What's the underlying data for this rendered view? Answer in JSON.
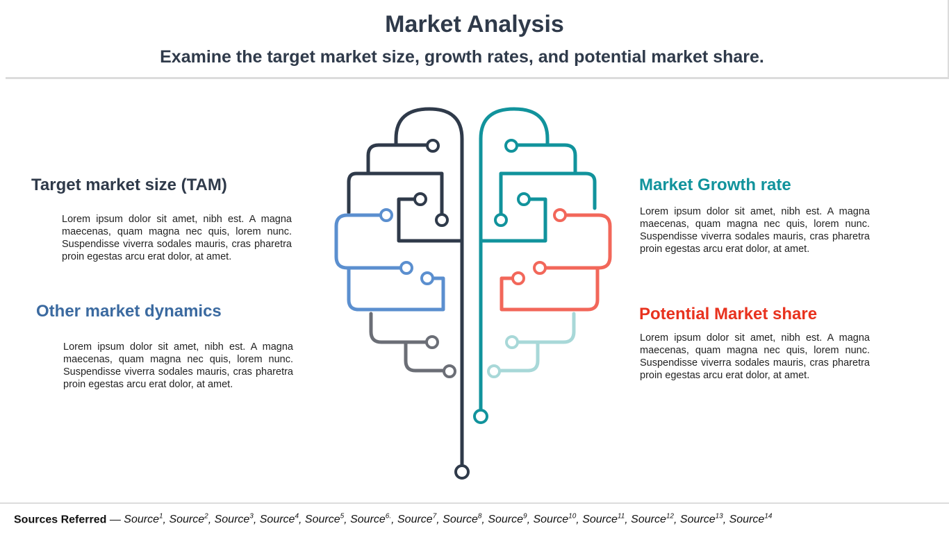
{
  "header": {
    "title": "Market Analysis",
    "subtitle": "Examine the target market size, growth rates, and potential market share."
  },
  "sections": {
    "tam": {
      "heading": "Target market size (TAM)",
      "text": "Lorem ipsum dolor sit amet, nibh est. A magna maecenas, quam magna nec quis, lorem nunc. Suspendisse viverra sodales mauris, cras pharetra proin egestas arcu erat dolor, at amet."
    },
    "other": {
      "heading": "Other market dynamics",
      "text": "Lorem ipsum dolor sit amet, nibh est. A magna maecenas, quam magna nec quis, lorem nunc. Suspendisse viverra sodales mauris, cras pharetra proin egestas arcu erat dolor, at amet."
    },
    "growth": {
      "heading": "Market Growth rate",
      "text": "Lorem ipsum dolor sit amet, nibh est. A magna maecenas, quam magna nec quis, lorem nunc. Suspendisse viverra sodales mauris, cras pharetra proin egestas arcu erat dolor, at amet."
    },
    "share": {
      "heading": "Potential Market share",
      "text": "Lorem ipsum dolor sit amet, nibh est. A magna maecenas, quam magna nec quis, lorem nunc. Suspendisse viverra sodales mauris, cras pharetra proin egestas arcu erat dolor, at amet."
    }
  },
  "colors": {
    "dark": "#2f3a4a",
    "blue": "#5b8fcf",
    "gray": "#6b6e76",
    "teal": "#11939c",
    "coral": "#f2675a",
    "light_teal": "#a8d8d8",
    "share_red": "#e8321e",
    "other_blue": "#3b6aa0"
  },
  "sources": {
    "label": "Sources Referred",
    "separator": " — ",
    "items": [
      {
        "text": "Source",
        "sup": "1"
      },
      {
        "text": "Source",
        "sup": "2"
      },
      {
        "text": "Source",
        "sup": "3"
      },
      {
        "text": "Source",
        "sup": "4"
      },
      {
        "text": "Source",
        "sup": "5"
      },
      {
        "text": "Source",
        "sup": "6."
      },
      {
        "text": "Source",
        "sup": "7"
      },
      {
        "text": "Source",
        "sup": "8"
      },
      {
        "text": "Source",
        "sup": "9"
      },
      {
        "text": "Source",
        "sup": "10"
      },
      {
        "text": "Source",
        "sup": "11"
      },
      {
        "text": "Source",
        "sup": "12"
      },
      {
        "text": "Source",
        "sup": "13"
      },
      {
        "text": "Source",
        "sup": "14"
      }
    ]
  }
}
